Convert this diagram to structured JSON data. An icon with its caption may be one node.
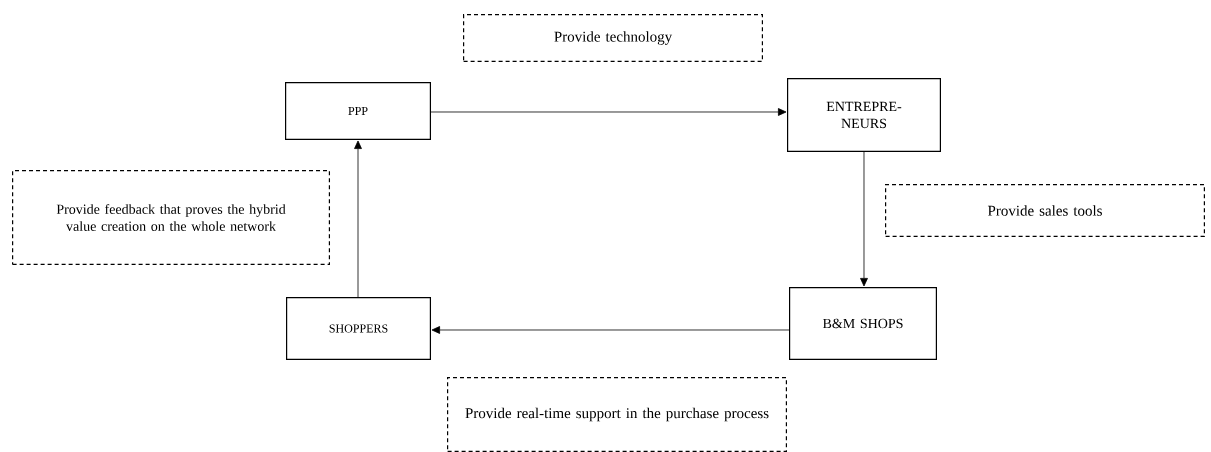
{
  "diagram": {
    "nodes": [
      {
        "text": [
          "PPP"
        ]
      },
      {
        "text": [
          "ENTREPRE- NEURS"
        ]
      },
      {
        "text": [
          "B&M SHOPS"
        ]
      },
      {
        "text": [
          "SHOPPERS"
        ]
      },
      {
        "text": [
          "Provide technology"
        ]
      },
      {
        "text": [
          "Provide feedback that proves the hybrid value creation on the whole network"
        ]
      },
      {
        "text": [
          "Provide sales tools"
        ]
      },
      {
        "text": [
          "Provide real-time support in the purchase process"
        ]
      }
    ],
    "edges": [
      {
        "from": 0,
        "to": 1,
        "arrow": "to"
      },
      {
        "from": 1,
        "to": 2,
        "arrow": "to"
      },
      {
        "from": 2,
        "to": 3,
        "arrow": "to"
      },
      {
        "from": 3,
        "to": 0,
        "arrow": "to"
      }
    ]
  }
}
